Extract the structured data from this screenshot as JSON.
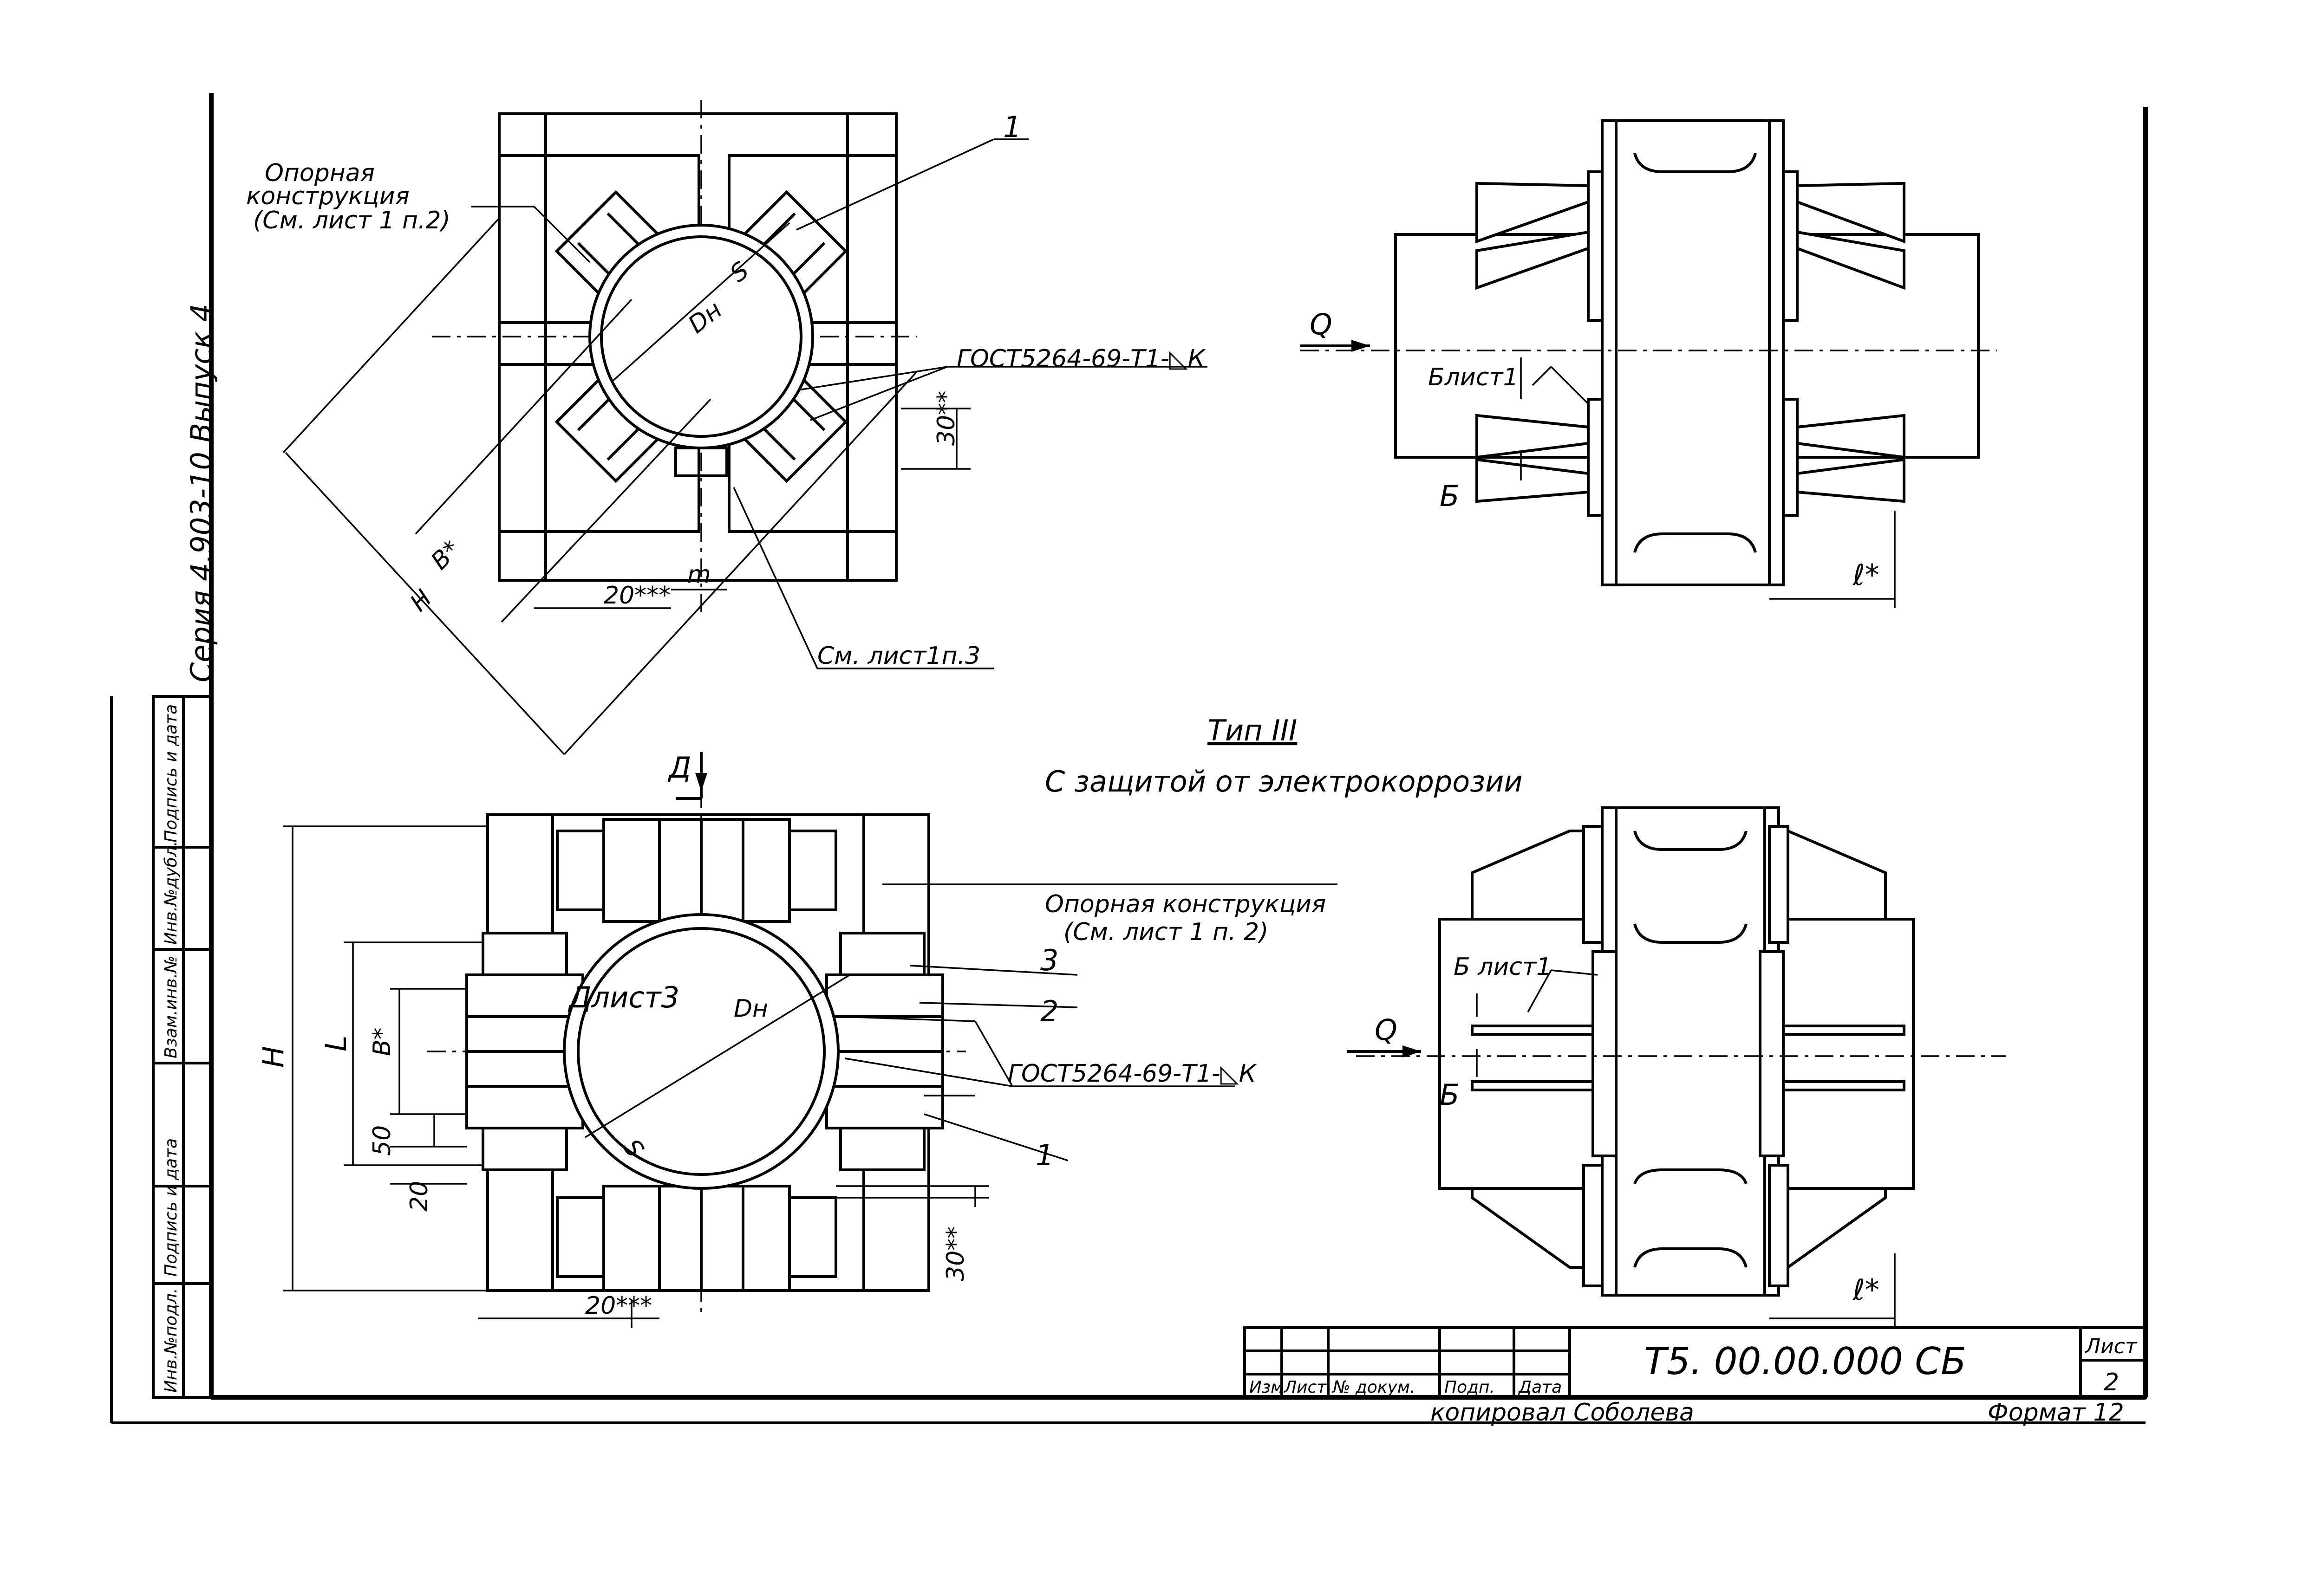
{
  "labels": {
    "series_side": "Серия 4.903-10 Выпуск 4",
    "support_top": [
      "Опорная",
      "конструкция",
      "(См. лист 1 п.2)"
    ],
    "support_bottom": [
      "Опорная конструкция",
      "(См. лист 1 п. 2)"
    ],
    "gost_top": "ГОСТ5264-69-Т1-◺К",
    "gost_bottom": "ГОСТ5264-69-Т1-◺К",
    "see_sheet": "См. лист1п.3",
    "type_title": "Тип III",
    "type_subtitle": "С защитой от электрокоррозии",
    "dim_dh_top": "Dн",
    "dim_s_top": "S",
    "dim_b_top": "В*",
    "dim_h_top": "Н",
    "dim_20_top": "20***",
    "dim_m": "m",
    "dim_30_top": "30**",
    "dim_q_top": "Q",
    "dim_b_sheet_top": "Блист1",
    "dim_b_top_right": "Б",
    "dim_l_top": "ℓ*",
    "dim_d_arrow": "Д",
    "dim_d_sheet": "Длист3",
    "dim_dh_bottom": "Dн",
    "dim_s_bottom": "S",
    "dim_h_bottom": "Н",
    "dim_l_bottom": "L",
    "dim_b_bottom": "В*",
    "dim_50": "50",
    "dim_20_vert": "20",
    "dim_20_bottom": "20***",
    "dim_30_bottom": "30**",
    "pos_1_top": "1",
    "pos_1_bottom": "1",
    "pos_2": "2",
    "pos_3": "3",
    "dim_q_bottom": "Q",
    "dim_b_sheet_bottom": "Б лист1",
    "dim_b_bottom_right": "Б",
    "dim_l_bottom_right": "ℓ*"
  },
  "left_strip": [
    "Инв.№подл.",
    "Подпись и дата",
    "Взам.инв.№",
    "Инв.№дубл.",
    "Подпись и дата"
  ],
  "title_block": {
    "code": "Т5. 00.00.000 СБ",
    "sheet_label": "Лист",
    "sheet_no": "2",
    "cols": [
      "Изм",
      "Лист",
      "№ докум.",
      "Подп.",
      "Дата"
    ],
    "copied": "копировал Соболева",
    "format": "Формат 12"
  }
}
